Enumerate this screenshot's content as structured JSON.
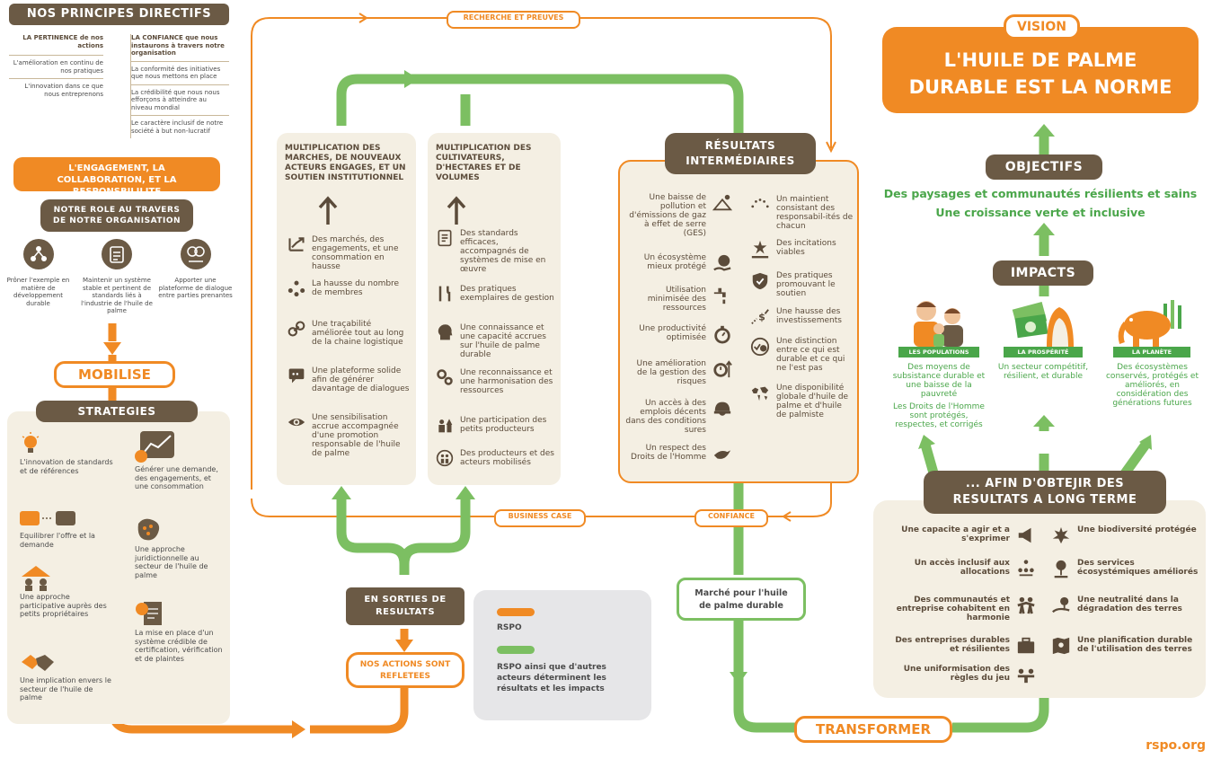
{
  "principles": {
    "title": "NOS PRINCIPES DIRECTIFS",
    "col1_title": "LA PERTINENCE de nos actions",
    "col1_items": [
      "L'amélioration en continu de nos pratiques",
      "L'innovation dans ce que nous entreprenons"
    ],
    "col2_title": "LA CONFIANCE que nous instaurons à travers notre organisation",
    "col2_items": [
      "La conformité des initiatives que nous mettons en place",
      "La crédibilité que nous nous efforçons à atteindre au niveau mondial",
      "Le caractère inclusif de notre société à but non-lucratif"
    ]
  },
  "engagement": "L'ENGAGEMENT, LA COLLABORATION, ET LA RESPONSBILILITE",
  "role": {
    "title": "NOTRE ROLE AU TRAVERS DE NOTRE ORGANISATION",
    "items": [
      {
        "icon": "network-icon",
        "label": "Prôner l'exemple en matière de développement durable"
      },
      {
        "icon": "clipboard-icon",
        "label": "Maintenir un système stable et pertinent de standards liés à l'industrie de l'huile de palme"
      },
      {
        "icon": "dialogue-icon",
        "label": "Apporter une plateforme de dialogue entre parties prenantes"
      }
    ]
  },
  "mobilise": "MOBILISE",
  "strategies": {
    "title": "STRATEGIES",
    "left": [
      {
        "icon": "lightbulb-icon",
        "label": "L'innovation de standards et de références"
      },
      {
        "icon": "puzzle-icon",
        "label": "Equilibrer l'offre et la demande"
      },
      {
        "icon": "smallholders-icon",
        "label": "Une approche participative auprès des petits propriétaires"
      },
      {
        "icon": "handshake-icon",
        "label": "Une implication envers le secteur de l'huile de palme"
      }
    ],
    "right": [
      {
        "icon": "growth-chart-icon",
        "label": "Générer une demande, des engagements, et une consommation"
      },
      {
        "icon": "map-region-icon",
        "label": "Une approche juridictionnelle au secteur de l'huile de palme"
      },
      {
        "icon": "certificate-icon",
        "label": "La mise en place d'un système crédible de certification, vérification et de plaintes"
      }
    ]
  },
  "flow_labels": {
    "research": "RECHERCHE ET PREUVES",
    "business_case": "BUSINESS CASE",
    "confiance": "CONFIANCE"
  },
  "col_markets": {
    "title": "MULTIPLICATION DES MARCHES, DE NOUVEAUX ACTEURS ENGAGES, ET UN SOUTIEN INSTITUTIONNEL",
    "items": [
      {
        "icon": "trend-up-icon",
        "label": "Des marchés, des engagements, et une consommation en hausse"
      },
      {
        "icon": "members-icon",
        "label": "La hausse du nombre de membres"
      },
      {
        "icon": "chain-link-icon",
        "label": "Une traçabilité améliorée tout au long de la chaine logistique"
      },
      {
        "icon": "chat-icon",
        "label": "Une plateforme solide afin de générer davantage de dialogues"
      },
      {
        "icon": "eye-icon",
        "label": "Une sensibilisation accrue accompagnée d'une promotion responsable de l'huile de palme"
      }
    ]
  },
  "col_growers": {
    "title": "MULTIPLICATION DES CULTIVATEURS, D'HECTARES ET DE VOLUMES",
    "items": [
      {
        "icon": "checklist-icon",
        "label": "Des standards efficaces, accompagnés de systèmes de mise en œuvre"
      },
      {
        "icon": "tools-icon",
        "label": "Des pratiques exemplaires de gestion"
      },
      {
        "icon": "head-icon",
        "label": "Une connaissance et une capacité accrues sur l'huile de palme durable"
      },
      {
        "icon": "gears-icon",
        "label": "Une reconnaissance et une harmonisation des ressources"
      },
      {
        "icon": "farmers-icon",
        "label": "Une participation des petits producteurs"
      },
      {
        "icon": "actors-icon",
        "label": "Des producteurs et des acteurs mobilisés"
      }
    ]
  },
  "intermediate": {
    "title": "RÉSULTATS INTERMÉDIAIRES",
    "left": [
      {
        "icon": "pollution-icon",
        "label": "Une baisse de pollution et d'émissions de gaz à effet de serre (GES)"
      },
      {
        "icon": "globe-hand-icon",
        "label": "Un écosystème mieux protégé"
      },
      {
        "icon": "tap-icon",
        "label": "Utilisation minimisée des ressources"
      },
      {
        "icon": "stopwatch-icon",
        "label": "Une productivité optimisée"
      },
      {
        "icon": "risk-gear-icon",
        "label": "Une amélioration de la gestion des risques"
      },
      {
        "icon": "helmet-icon",
        "label": "Un accès à des emplois décents dans des conditions sures"
      },
      {
        "icon": "dove-icon",
        "label": "Un respect des Droits de l'Homme"
      }
    ],
    "right": [
      {
        "icon": "dots-arc-icon",
        "label": "Un maintient consistant des responsabil-ités de chacun"
      },
      {
        "icon": "star-hand-icon",
        "label": "Des incitations viables"
      },
      {
        "icon": "shield-check-icon",
        "label": "Des pratiques promouvant le soutien"
      },
      {
        "icon": "dollar-trend-icon",
        "label": "Une hausse des investissements"
      },
      {
        "icon": "check-cross-icon",
        "label": "Une distinction entre ce qui est durable et ce qui ne l'est pas"
      },
      {
        "icon": "world-map-icon",
        "label": "Une disponibilité globale d'huile de palme et d'huile de palmiste"
      }
    ]
  },
  "outputs": "EN SORTIES DE RESULTATS",
  "actions": "NOS ACTIONS SONT REFLETEES",
  "legend": {
    "rspo": "RSPO",
    "rspo_others": "RSPO ainsi que d'autres acteurs déterminent les résultats et les impacts"
  },
  "market_box": "Marché pour l'huile de palme durable",
  "transform": "TRANSFORMER",
  "vision": {
    "tag": "VISION",
    "text": "L'HUILE DE PALME DURABLE EST LA NORME"
  },
  "objectives": {
    "title": "OBJECTIFS",
    "line1": "Des paysages et communautés résilients et sains",
    "line2": "Une croissance verte et inclusive"
  },
  "impacts": {
    "title": "IMPACTS",
    "items": [
      {
        "ribbon": "LES POPULATIONS",
        "icon": "family-icon",
        "lines": [
          "Des moyens de subsistance durable et une baisse de la pauvreté",
          "Les Droits de l'Homme sont protégés, respectes, et corrigés"
        ]
      },
      {
        "ribbon": "LA PROSPÉRITÉ",
        "icon": "money-seed-icon",
        "lines": [
          "Un secteur compétitif, résilient, et durable"
        ]
      },
      {
        "ribbon": "LA PLANÈTE",
        "icon": "elephant-icon",
        "lines": [
          "Des écosystèmes conservés, protégés et améliorés, en considération des générations futures"
        ]
      }
    ]
  },
  "long_term": {
    "title": "... AFIN D'OBTEJIR DES RESULTATS A LONG TERME",
    "left": [
      {
        "icon": "megaphone-icon",
        "label": "Une capacite a agir et a s'exprimer"
      },
      {
        "icon": "allocation-icon",
        "label": "Un accès inclusif aux allocations"
      },
      {
        "icon": "people-harmony-icon",
        "label": "Des communautés et entreprise cohabitent en harmonie"
      },
      {
        "icon": "briefcase-icon",
        "label": "Des entreprises durables et résilientes"
      },
      {
        "icon": "balance-icon",
        "label": "Une uniformisation des règles du jeu"
      }
    ],
    "right": [
      {
        "icon": "biodiversity-icon",
        "label": "Une biodiversité protégée"
      },
      {
        "icon": "ecosystem-icon",
        "label": "Des services écosystémiques améliorés"
      },
      {
        "icon": "land-icon",
        "label": "Une neutralité dans la dégradation des terres"
      },
      {
        "icon": "land-plan-icon",
        "label": "Une planification durable de l'utilisation des terres"
      }
    ]
  },
  "footer": "rspo.org",
  "colors": {
    "orange": "#f08a24",
    "green": "#7cbf62",
    "brown": "#6b5a45",
    "beige": "#f4efe3"
  }
}
